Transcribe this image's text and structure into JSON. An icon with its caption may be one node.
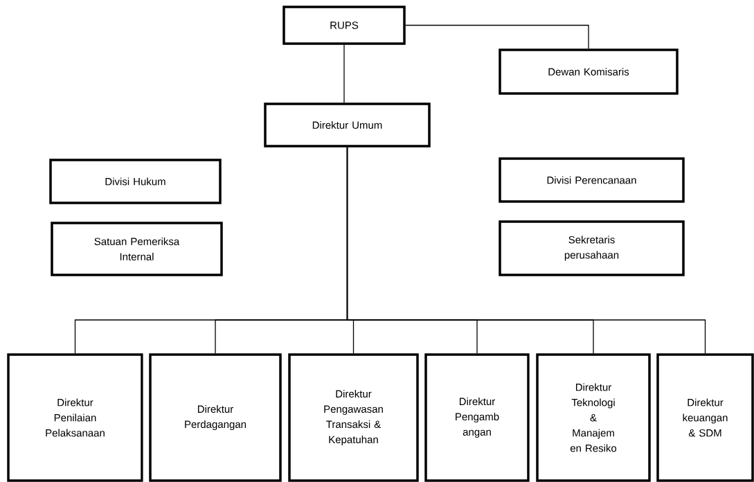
{
  "diagram": {
    "nodes": [
      {
        "text": [
          "RUPS"
        ]
      },
      {
        "text": [
          "Dewan Komisaris"
        ]
      },
      {
        "text": [
          "Direktur Umum"
        ]
      },
      {
        "text": [
          "Divisi Hukum"
        ]
      },
      {
        "text": [
          "Satuan Pemeriksa Internal"
        ]
      },
      {
        "text": [
          "Divisi Perencanaan"
        ]
      },
      {
        "text": [
          "Sekretaris perusahaan"
        ]
      },
      {
        "text": [
          "Direktur Penilaian Pelaksanaan"
        ]
      },
      {
        "text": [
          "Direktur Perdagangan"
        ]
      },
      {
        "text": [
          "Direktur Pengawasan Transaksi & Kepatuhan"
        ]
      },
      {
        "text": [
          "Direktur Pengamb angan"
        ]
      },
      {
        "text": [
          "Direktur Teknologi & Manajem en Resiko"
        ]
      },
      {
        "text": [
          "Direktur keuangan & SDM"
        ]
      }
    ],
    "edges": [
      {
        "from": 0,
        "to": 1,
        "arrow": "none"
      },
      {
        "from": 0,
        "to": 2,
        "arrow": "none"
      },
      {
        "from": 2,
        "to": 7,
        "arrow": "none"
      },
      {
        "from": 2,
        "to": 8,
        "arrow": "none"
      },
      {
        "from": 2,
        "to": 9,
        "arrow": "none"
      },
      {
        "from": 2,
        "to": 10,
        "arrow": "none"
      },
      {
        "from": 2,
        "to": 11,
        "arrow": "none"
      },
      {
        "from": 2,
        "to": 12,
        "arrow": "none"
      }
    ]
  }
}
